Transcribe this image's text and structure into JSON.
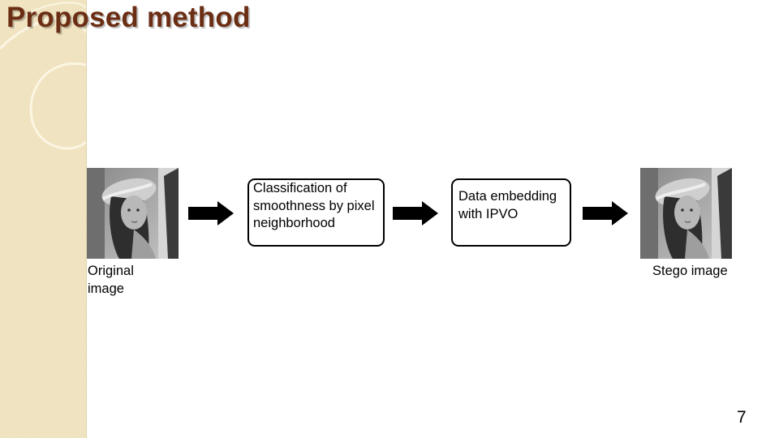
{
  "slide": {
    "title": "Proposed method",
    "page_number": "7"
  },
  "diagram": {
    "input": {
      "caption": "Original image",
      "icon": "portrait-photo-icon"
    },
    "steps": [
      {
        "label": "Classification of smoothness by pixel neighborhood"
      },
      {
        "label": "Data embedding with IPVO"
      }
    ],
    "output": {
      "caption": "Stego image",
      "icon": "portrait-photo-icon"
    },
    "arrow_icon": "right-arrow-icon"
  },
  "colors": {
    "title": "#6b2e14",
    "sidebar": "#f3e7c7",
    "box_border": "#000000",
    "arrow": "#000000"
  }
}
